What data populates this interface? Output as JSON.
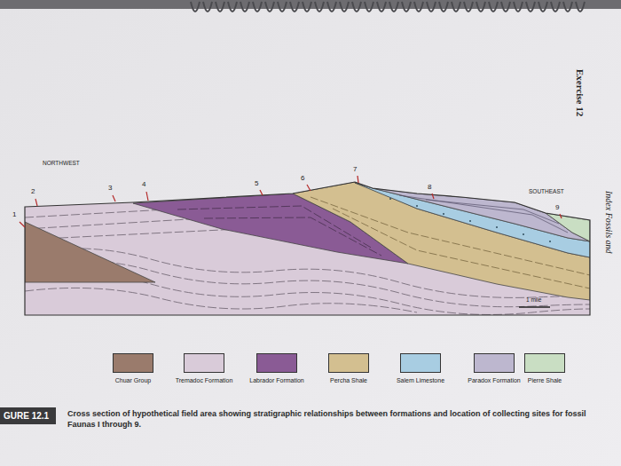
{
  "diagram": {
    "caption": "Cross section of hypothetical field area showing stratigraphic relationships between formations and location of collecting sites for fossil Faunas I through 9.",
    "labels": [
      "Exercise 12",
      "Index Fossils and",
      "NORTHWEST",
      "SOUTHEAST",
      "1",
      "2",
      "3",
      "4",
      "5",
      "6",
      "7",
      "8",
      "9",
      "1 mile",
      "GURE 12.1"
    ],
    "legend": [
      {
        "text": "Chuar Group",
        "color": "#9a7b6c"
      },
      {
        "text": "Tremadoc Formation",
        "color": "#d9cbd9"
      },
      {
        "text": "Labrador Formation",
        "color": "#8a5b95"
      },
      {
        "text": "Percha Shale",
        "color": "#d3bf90"
      },
      {
        "text": "Salem Limestone",
        "color": "#a8cde2"
      },
      {
        "text": "Paradox Formation",
        "color": "#bdb7cf"
      },
      {
        "text": "Pierre Shale",
        "color": "#c9dec3"
      }
    ]
  }
}
